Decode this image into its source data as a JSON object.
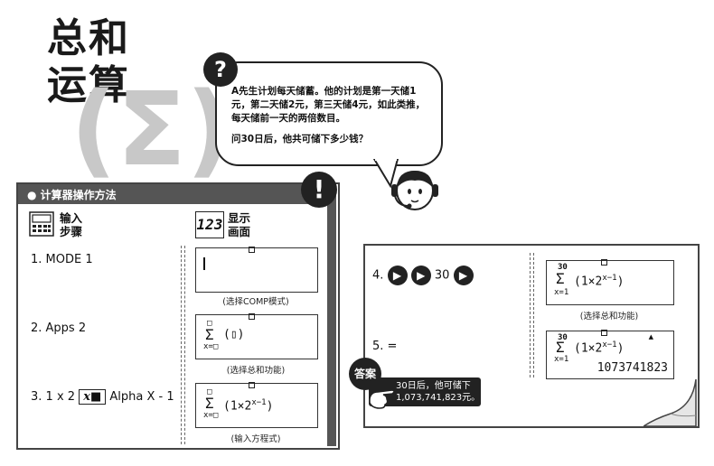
{
  "title": {
    "line1": "总和",
    "line2": "运算",
    "symbol": "(Σ)"
  },
  "question": {
    "mark": "?",
    "paragraph1": "A先生计划每天储蓄。他的计划是第一天储1元，第二天储2元，第三天储4元，如此类推，每天储前一天的两倍数目。",
    "paragraph2": "问30日后，他共可储下多少钱？"
  },
  "operation_panel": {
    "title": "● 计算器操作方法",
    "alert_mark": "!",
    "col_input": {
      "line1": "输入",
      "line2": "步骤"
    },
    "col_display": {
      "line1": "显示",
      "line2": "画面"
    },
    "display_icon_text": "123",
    "steps": [
      {
        "label": "1. MODE 1",
        "caption": "(选择COMP模式)"
      },
      {
        "label": "2. Apps 2",
        "caption": "(选择总和功能)"
      },
      {
        "label_prefix": "3. 1 x 2",
        "key": "x■",
        "label_suffix": "Alpha X - 1",
        "caption": "(输入方程式)"
      }
    ],
    "lcd2": {
      "sigma": "Σ",
      "upper": "□",
      "lower": "x=□",
      "body": "(▯)"
    },
    "lcd3": {
      "sigma": "Σ",
      "upper": "□",
      "lower": "x=□",
      "body": "(1×2",
      "exp": "x−1",
      "close": ")"
    }
  },
  "result_panel": {
    "step4": {
      "label": "4.",
      "number": "30"
    },
    "step5": {
      "label": "5. ="
    },
    "caption4": "(选择总和功能)",
    "lcd4": {
      "upper": "30",
      "sigma": "Σ",
      "lower": "x=1",
      "body": "(1×2",
      "exp": "x−1",
      "close": ")"
    },
    "lcd5": {
      "upper": "30",
      "sigma": "Σ",
      "lower": "x=1",
      "body": "(1×2",
      "exp": "x−1",
      "close": ")",
      "result": "1073741823"
    },
    "answer_tag": "答案",
    "answer_line1": "30日后，他可储下",
    "answer_line2": "1,073,741,823元。"
  }
}
